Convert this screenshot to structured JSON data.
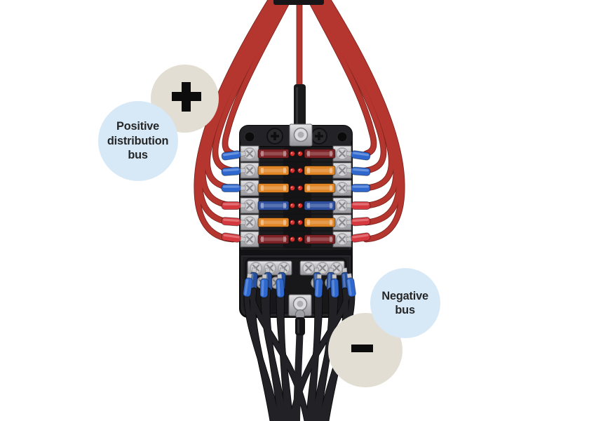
{
  "scene": {
    "background": "#ffffff",
    "annotations": {
      "positive": {
        "symbol": "+",
        "lines": [
          "Positive",
          "distribution",
          "bus"
        ]
      },
      "negative": {
        "symbol": "−",
        "lines": [
          "Negative",
          "bus"
        ]
      }
    },
    "colors": {
      "background": "#ffffff",
      "circle_beige": "#e3ded3",
      "circle_blue": "#d7e9f7",
      "label_text": "#262626",
      "symbol_color": "#0c0c0c",
      "wire_red": "#b5362f",
      "wire_red_dark": "#7f241f",
      "wire_black": "#222226",
      "wire_black_dark": "#0a0a0b",
      "block_body": "#1d1d20",
      "block_edge": "#0a0a0b",
      "led_red": "#d8312b",
      "connector_blue": "#2e68cf",
      "connector_blue_dark": "#26509e",
      "connector_red": "#d5393f",
      "terminal_silver": "#c6c6c8"
    },
    "fuse_box": {
      "fuse_rows": 6,
      "fuse_columns": 2,
      "rows": [
        {
          "position": 1,
          "fuse_color": "dark-red",
          "fuse_hex": "#7c2125",
          "connector_hex": "#2e68cf"
        },
        {
          "position": 2,
          "fuse_color": "orange",
          "fuse_hex": "#e08424",
          "connector_hex": "#2e68cf"
        },
        {
          "position": 3,
          "fuse_color": "orange",
          "fuse_hex": "#e08424",
          "connector_hex": "#2e68cf"
        },
        {
          "position": 4,
          "fuse_color": "blue",
          "fuse_hex": "#2d4f9e",
          "connector_hex": "#d5393f"
        },
        {
          "position": 5,
          "fuse_color": "orange",
          "fuse_hex": "#e08424",
          "connector_hex": "#d5393f"
        },
        {
          "position": 6,
          "fuse_color": "dark-red",
          "fuse_hex": "#7c2125",
          "connector_hex": "#d5393f"
        }
      ]
    }
  }
}
